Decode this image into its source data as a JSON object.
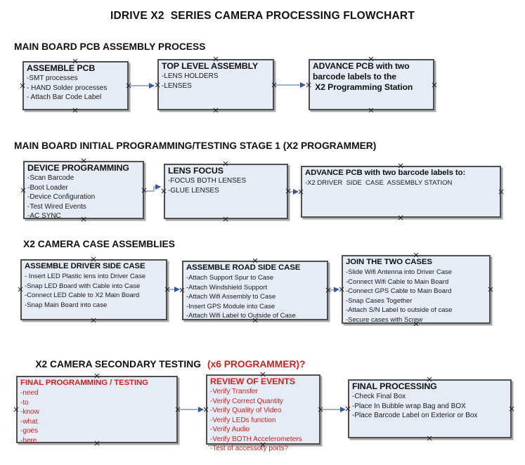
{
  "title": "IDRIVE X2  SERIES CAMERA PROCESSING FLOWCHART",
  "colors": {
    "box_fill": "#e6ecf6",
    "box_border": "#4f4f4f",
    "arrow_line": "#7f97c2",
    "arrow_head": "#33589b",
    "red": "#cc2222"
  },
  "sections": [
    {
      "header": "MAIN BOARD PCB ASSEMBLY PROCESS",
      "boxes": [
        {
          "title": "ASSEMBLE PCB",
          "items": [
            "-SMT processes",
            "- HAND Solder processes",
            "- Attach Bar Code Label"
          ]
        },
        {
          "title": "TOP LEVEL ASSEMBLY",
          "items": [
            "-LENS HOLDERS",
            "-LENSES"
          ]
        },
        {
          "title": "ADVANCE PCB with two\nbarcode labels to the\n X2 Programming Station",
          "items": []
        }
      ]
    },
    {
      "header": "MAIN BOARD INITIAL PROGRAMMING/TESTING STAGE 1 (X2 PROGRAMMER)",
      "boxes": [
        {
          "title": "DEVICE PROGRAMMING",
          "items": [
            "-Scan Barcode",
            "-Boot Loader",
            "-Device Configuration",
            "-Test Wired Events",
            "-AC SYNC"
          ]
        },
        {
          "title": "LENS FOCUS",
          "items": [
            "-FOCUS BOTH LENSES",
            "-GLUE LENSES"
          ]
        },
        {
          "title": "ADVANCE PCB with two barcode labels to:",
          "items": [
            "-X2 DRIVER  SIDE  CASE  ASSEMBLY STATION"
          ]
        }
      ]
    },
    {
      "header": "X2 CAMERA CASE ASSEMBLIES",
      "boxes": [
        {
          "title": "ASSEMBLE DRIVER SIDE CASE",
          "items": [
            "- Insert LED Plastic lens into Driver Case",
            "-Snap LED Board with Cable into Case",
            "-Connect LED Cable to X2 Main Board",
            "-Snap Main Board into case"
          ]
        },
        {
          "title": "ASSEMBLE ROAD SIDE CASE",
          "items": [
            "-Attach Support Spur to Case",
            "-Attach Windshield Support",
            "-Attach Wifi Assembly to Case",
            "-Insert GPS Module into Case",
            "-Attach Wifi Label to Outside of Case"
          ]
        },
        {
          "title": "JOIN THE TWO CASES",
          "items": [
            "-Slide Wifi Antenna into Driver Case",
            "-Connect Wifi Cable to Main Board",
            "-Connect GPS Cable to Main Board",
            "-Snap Cases Together",
            "-Attach S/N Label to outside of case",
            "-Secure cases with Screw"
          ]
        }
      ]
    },
    {
      "header": "X2 CAMERA SECONDARY TESTING",
      "header_suffix": "(x6 PROGRAMMER)?",
      "boxes": [
        {
          "title": "FINAL PROGRAMMING / TESTING",
          "items": [
            "-need",
            "-to",
            "-know",
            "-what",
            "-goes",
            "-here"
          ]
        },
        {
          "title": "REVIEW OF EVENTS",
          "items": [
            "-Verify Transfer",
            "-Verify Correct Quantity",
            "-Verify Quality of Video",
            "-Verify LEDs function",
            "-Verify Audio",
            "-Verify BOTH Accelerometers",
            "-Test of accessory ports?"
          ]
        },
        {
          "title": "FINAL PROCESSING",
          "items": [
            "-Check Final Box",
            "-Place In Bubble wrap Bag and BOX",
            "-Place Barcode Label on Exterior or Box"
          ]
        }
      ]
    }
  ]
}
